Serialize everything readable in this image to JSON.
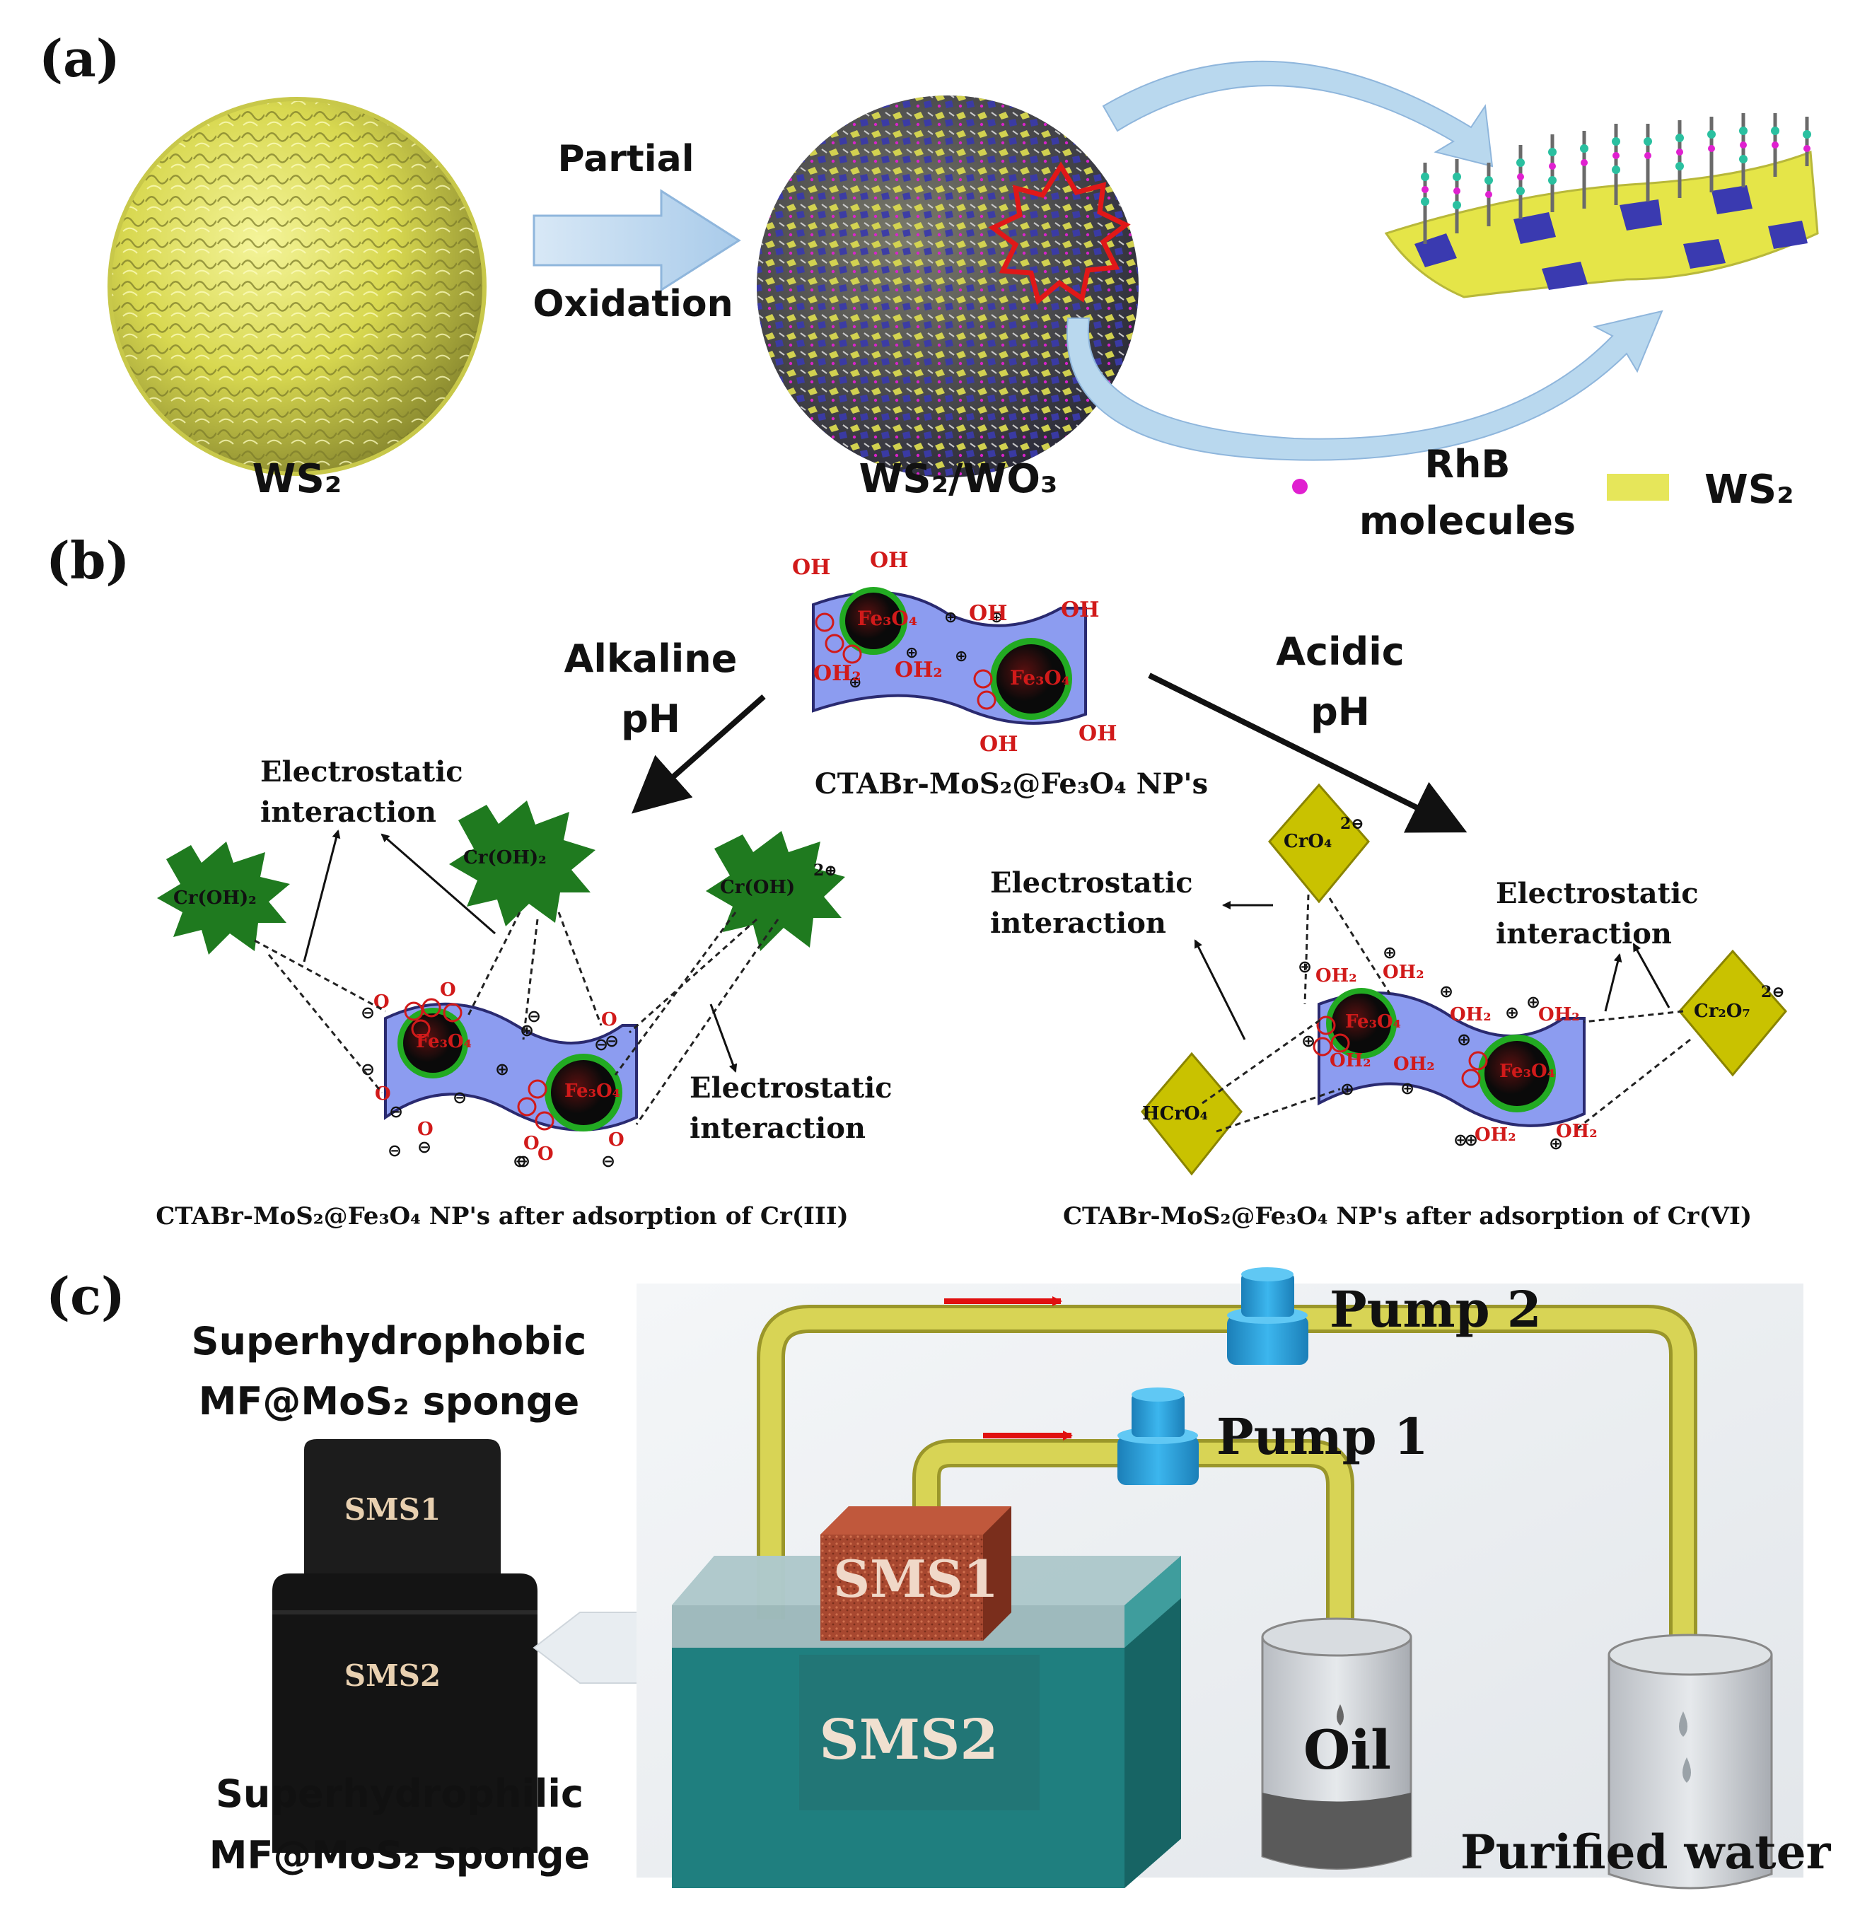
{
  "panels": {
    "a": "(a)",
    "b": "(b)",
    "c": "(c)"
  },
  "panel_a": {
    "ws2_label": "WS₂",
    "arrow_top": "Partial",
    "arrow_bottom": "Oxidation",
    "composite_label": "WS₂/WO₃",
    "legend_rhb_line1": "RhB",
    "legend_rhb_line2": "molecules",
    "legend_ws2": "WS₂",
    "colors": {
      "ws2": "#e6e65a",
      "wo3": "#3a3aa8",
      "rhb": "#e020d0",
      "arrow": "#b8d6ef"
    }
  },
  "panel_b": {
    "top_particle": "CTABr-MoS₂@Fe₃O₄ NP's",
    "alkaline": {
      "line1": "Alkaline",
      "line2": "pH"
    },
    "acidic": {
      "line1": "Acidic",
      "line2": "pH"
    },
    "electrostatic_line1": "Electrostatic",
    "electrostatic_line2": "interaction",
    "fe3o4": "Fe₃O₄",
    "oh": "OH",
    "oh2": "OH₂",
    "o": "O",
    "cr3_species": [
      "Cr(OH)₂",
      "Cr(OH)₂",
      "Cr(OH)"
    ],
    "cr6_species": [
      "CrO₄",
      "HCrO₄",
      "Cr₂O₇"
    ],
    "charge_2minus": "2⊖",
    "charge_2plus": "2⊕",
    "caption_left": "CTABr-MoS₂@Fe₃O₄ NP's after adsorption of Cr(III)",
    "caption_right": "CTABr-MoS₂@Fe₃O₄ NP's after adsorption of Cr(VI)",
    "colors": {
      "sheet": "#8c9cf0",
      "core": "#111111",
      "shell": "#22aa22",
      "cr3": "#1f7a1f",
      "cr6": "#c9c200",
      "oh": "#d11a1a"
    }
  },
  "panel_c": {
    "top_label_line1": "Superhydrophobic",
    "top_label_line2": "MF@MoS₂ sponge",
    "bottom_label_line1": "Superhydrophilic",
    "bottom_label_line2": "MF@MoS₂ sponge",
    "photo_sms1": "SMS1",
    "photo_sms2": "SMS2",
    "pump2": "Pump 2",
    "pump1": "Pump 1",
    "tank_sms1": "SMS1",
    "tank_sms2": "SMS2",
    "oil": "Oil",
    "purified_water": "Purified water",
    "colors": {
      "pipe": "#d8d455",
      "pump": "#2a9ed8",
      "tank": "#1f7f7f",
      "sms1": "#a84830",
      "arrow": "#e01010"
    }
  }
}
